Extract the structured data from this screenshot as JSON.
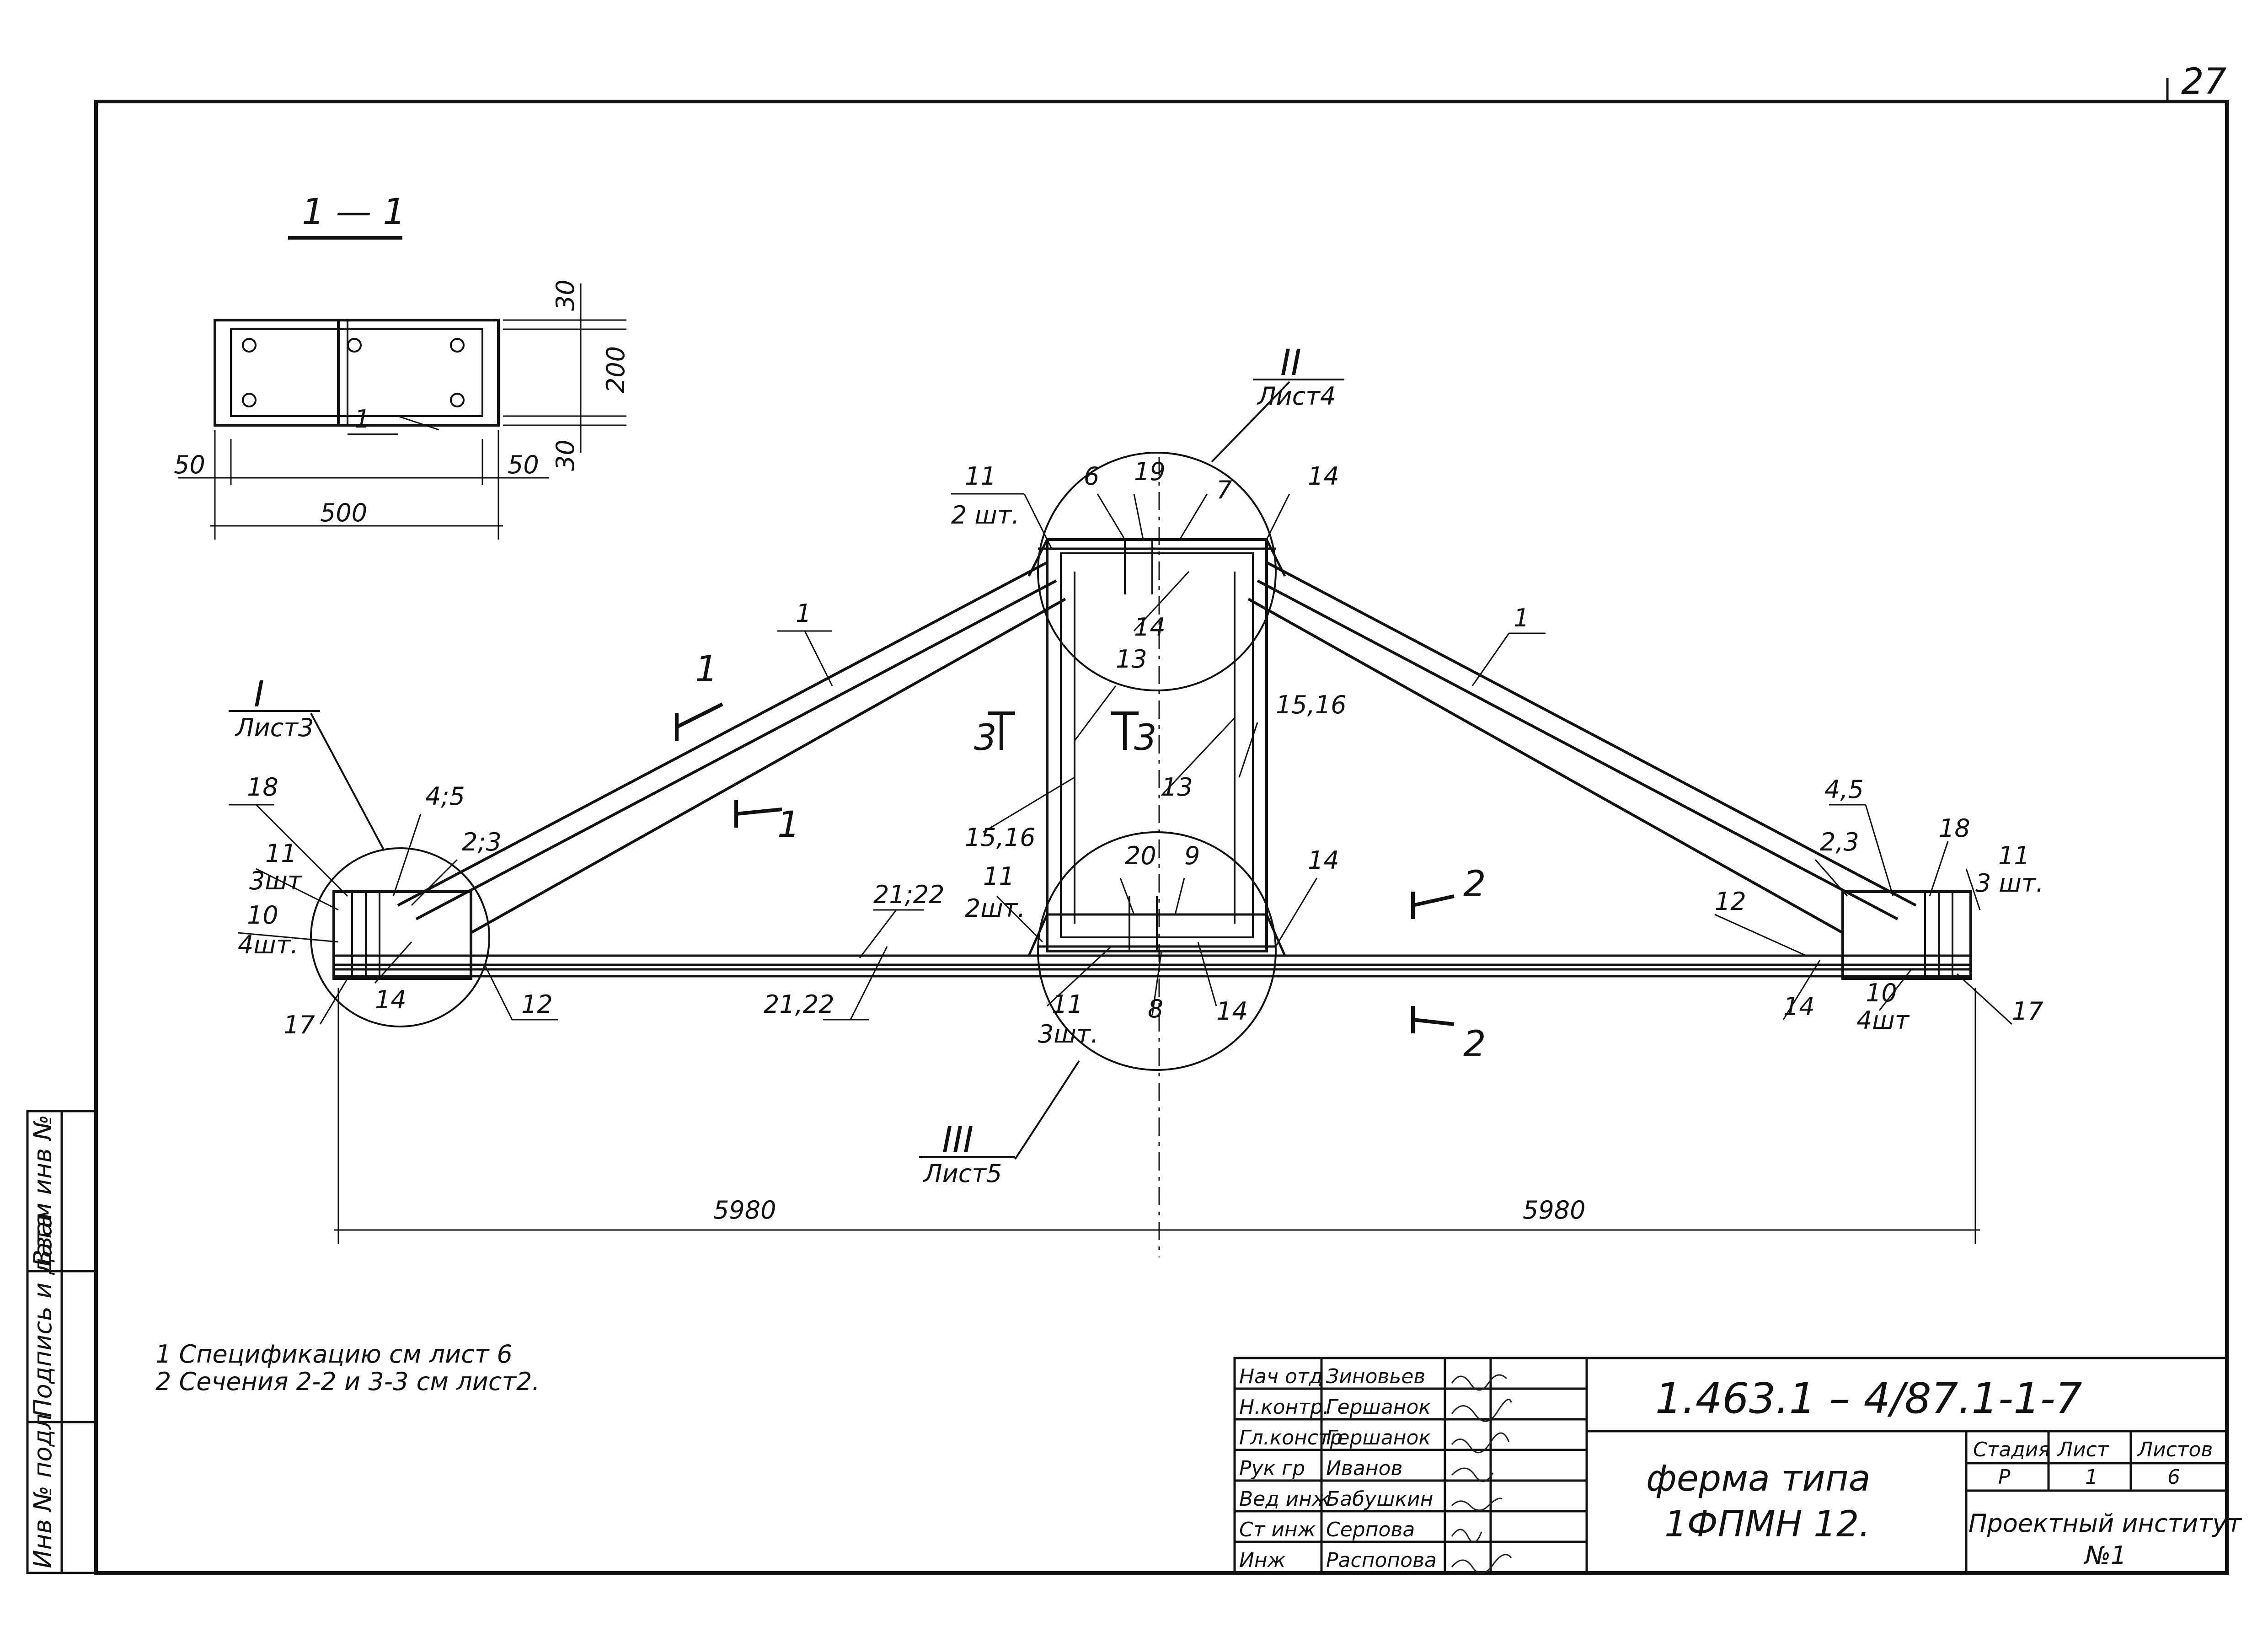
{
  "sheet": {
    "number": "27"
  },
  "section_1_1": {
    "title": "1 — 1",
    "dim_30_top": "30",
    "dim_200": "200",
    "dim_30_bottom": "30",
    "dim_50_left": "50",
    "dim_50_right": "50",
    "dim_500": "500",
    "bar_ref": "1"
  },
  "callouts": {
    "node_I": "I",
    "node_I_sheet": "Лист3",
    "node_II": "II",
    "node_II_sheet": "Лист4",
    "node_III": "III",
    "node_III_sheet": "Лист5"
  },
  "section_markers": {
    "s1": "1",
    "s2": "2",
    "s3": "3"
  },
  "positions": {
    "p1_left": "1",
    "p1_right": "1",
    "p11_top_left": "11",
    "p2sht_top_left": "2 шт.",
    "p6": "6",
    "p19": "19",
    "p7": "7",
    "p14_top_right": "14",
    "p14_top_mid": "14",
    "p13_a": "13",
    "p13_b": "13",
    "p15_16_right": "15,16",
    "p15_16_left": "15,16",
    "p11_mid": "11",
    "p2sht_mid": "2шт.",
    "p20": "20",
    "p9": "9",
    "p14_mid_right": "14",
    "p14_mid_bottom": "14",
    "p11_bottom": "11",
    "p3sht_bottom": "3шт.",
    "p8": "8",
    "p21_22_a": "21;22",
    "p21_22_b": "21,22",
    "p18_left": "18",
    "p4_5_left": "4;5",
    "p2_3_left": "2;3",
    "p11_left": "11",
    "p3sht_left": "3шт",
    "p10_left": "10",
    "p4sht_left": "4шт.",
    "p14_left": "14",
    "p17_left": "17",
    "p12_left": "12",
    "p4_5_right": "4,5",
    "p2_3_right": "2,3",
    "p18_right": "18",
    "p11_right": "11",
    "p3sht_right": "3 шт.",
    "p12_right": "12",
    "p14_right": "14",
    "p10_right": "10",
    "p4sht_right": "4шт",
    "p17_right": "17"
  },
  "dimensions": {
    "span_left": "5980",
    "span_right": "5980"
  },
  "notes": [
    "1  Спецификацию см лист    6",
    "2  Сечения 2-2  и 3-3  см лист2."
  ],
  "side_stamp": {
    "col1": "Инв № подл",
    "col2": "Подпись и дата",
    "col3": "Взам инв №"
  },
  "title_block": {
    "designation": "1.463.1 – 4/87.1-1-7",
    "title_line1": "ферма типа",
    "title_line2": "1ФПМН 12.",
    "stage_header": "Стадия",
    "sheet_header": "Лист",
    "sheets_header": "Листов",
    "stage": "Р",
    "sheet": "1",
    "sheets": "6",
    "org_line1": "Проектный институт",
    "org_line2": "№1",
    "staff": [
      {
        "role": "Нач отд",
        "name": "Зиновьев"
      },
      {
        "role": "Н.контр.",
        "name": "Гершанок"
      },
      {
        "role": "Гл.констр",
        "name": "Гершанок"
      },
      {
        "role": "Рук гр",
        "name": "Иванов"
      },
      {
        "role": "Вед инж",
        "name": "Бабушкин"
      },
      {
        "role": "Ст инж",
        "name": "Серпова"
      },
      {
        "role": "Инж",
        "name": "Распопова"
      }
    ]
  }
}
